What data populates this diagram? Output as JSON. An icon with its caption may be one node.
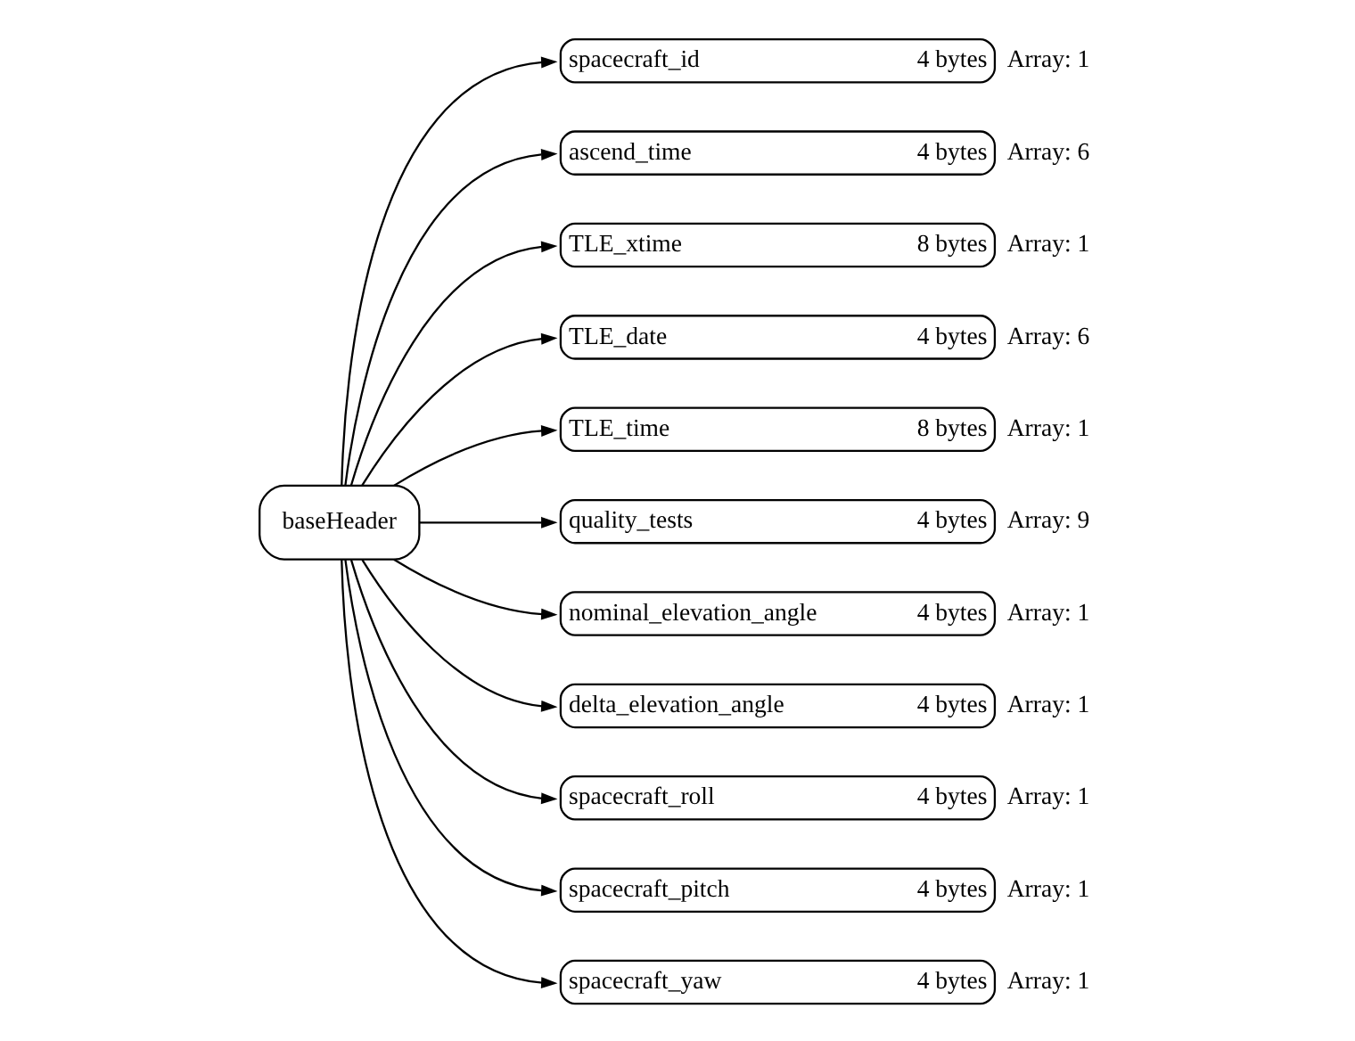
{
  "diagram": {
    "nodes": [
      {
        "text": [
          "baseHeader"
        ]
      },
      {
        "text": [
          "spacecraft_id",
          "4 bytes"
        ],
        "beside": [
          "Array: 1"
        ]
      },
      {
        "text": [
          "ascend_time",
          "4 bytes"
        ],
        "beside": [
          "Array: 6"
        ]
      },
      {
        "text": [
          "TLE_xtime",
          "8 bytes"
        ],
        "beside": [
          "Array: 1"
        ]
      },
      {
        "text": [
          "TLE_date",
          "4 bytes"
        ],
        "beside": [
          "Array: 6"
        ]
      },
      {
        "text": [
          "TLE_time",
          "8 bytes"
        ],
        "beside": [
          "Array: 1"
        ]
      },
      {
        "text": [
          "quality_tests",
          "4 bytes"
        ],
        "beside": [
          "Array: 9"
        ]
      },
      {
        "text": [
          "nominal_elevation_angle",
          "4 bytes"
        ],
        "beside": [
          "Array: 1"
        ]
      },
      {
        "text": [
          "delta_elevation_angle",
          "4 bytes"
        ],
        "beside": [
          "Array: 1"
        ]
      },
      {
        "text": [
          "spacecraft_roll",
          "4 bytes"
        ],
        "beside": [
          "Array: 1"
        ]
      },
      {
        "text": [
          "spacecraft_pitch",
          "4 bytes"
        ],
        "beside": [
          "Array: 1"
        ]
      },
      {
        "text": [
          "spacecraft_yaw",
          "4 bytes"
        ],
        "beside": [
          "Array: 1"
        ]
      }
    ],
    "edges": [
      {
        "from": 0,
        "to": 1,
        "arrow": "to"
      },
      {
        "from": 0,
        "to": 2,
        "arrow": "to"
      },
      {
        "from": 0,
        "to": 3,
        "arrow": "to"
      },
      {
        "from": 0,
        "to": 4,
        "arrow": "to"
      },
      {
        "from": 0,
        "to": 5,
        "arrow": "to"
      },
      {
        "from": 0,
        "to": 6,
        "arrow": "to"
      },
      {
        "from": 0,
        "to": 7,
        "arrow": "to"
      },
      {
        "from": 0,
        "to": 8,
        "arrow": "to"
      },
      {
        "from": 0,
        "to": 9,
        "arrow": "to"
      },
      {
        "from": 0,
        "to": 10,
        "arrow": "to"
      },
      {
        "from": 0,
        "to": 11,
        "arrow": "to"
      }
    ]
  }
}
